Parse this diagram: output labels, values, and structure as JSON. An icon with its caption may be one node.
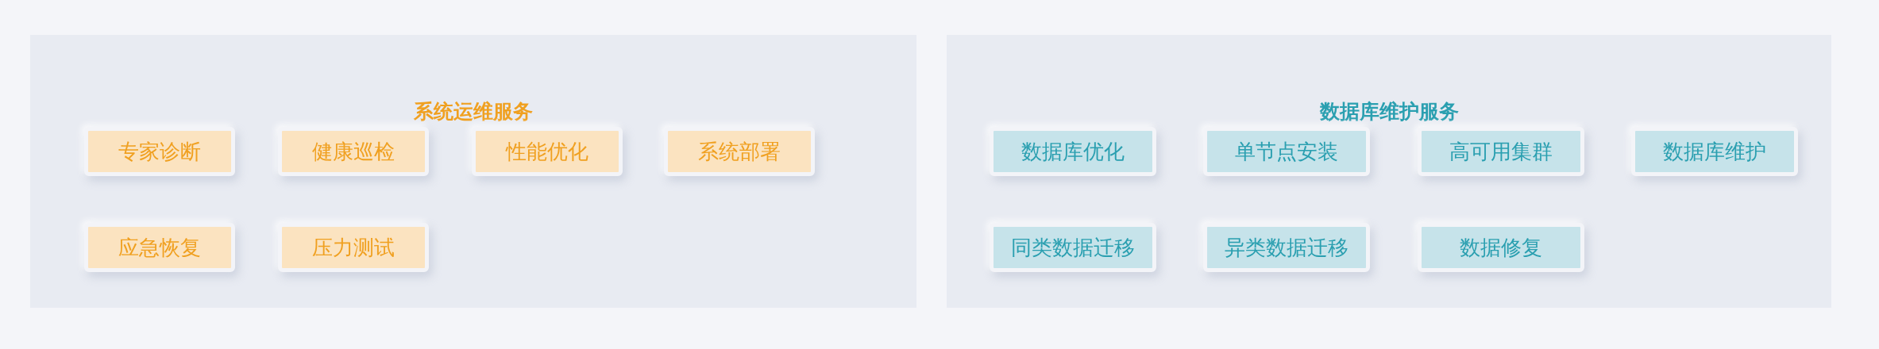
{
  "diagram": {
    "nodes": [
      {
        "text": [
          "系统运维服务"
        ]
      },
      {
        "text": [
          "专家诊断"
        ],
        "in": 0
      },
      {
        "text": [
          "健康巡检"
        ],
        "in": 0
      },
      {
        "text": [
          "性能优化"
        ],
        "in": 0
      },
      {
        "text": [
          "系统部署"
        ],
        "in": 0
      },
      {
        "text": [
          "应急恢复"
        ],
        "in": 0
      },
      {
        "text": [
          "压力测试"
        ],
        "in": 0
      },
      {
        "text": [
          "数据库维护服务"
        ]
      },
      {
        "text": [
          "数据库优化"
        ],
        "in": 7
      },
      {
        "text": [
          "单节点安装"
        ],
        "in": 7
      },
      {
        "text": [
          "高可用集群"
        ],
        "in": 7
      },
      {
        "text": [
          "数据库维护"
        ],
        "in": 7
      },
      {
        "text": [
          "同类数据迁移"
        ],
        "in": 7
      },
      {
        "text": [
          "异类数据迁移"
        ],
        "in": 7
      },
      {
        "text": [
          "数据修复"
        ],
        "in": 7
      }
    ]
  }
}
